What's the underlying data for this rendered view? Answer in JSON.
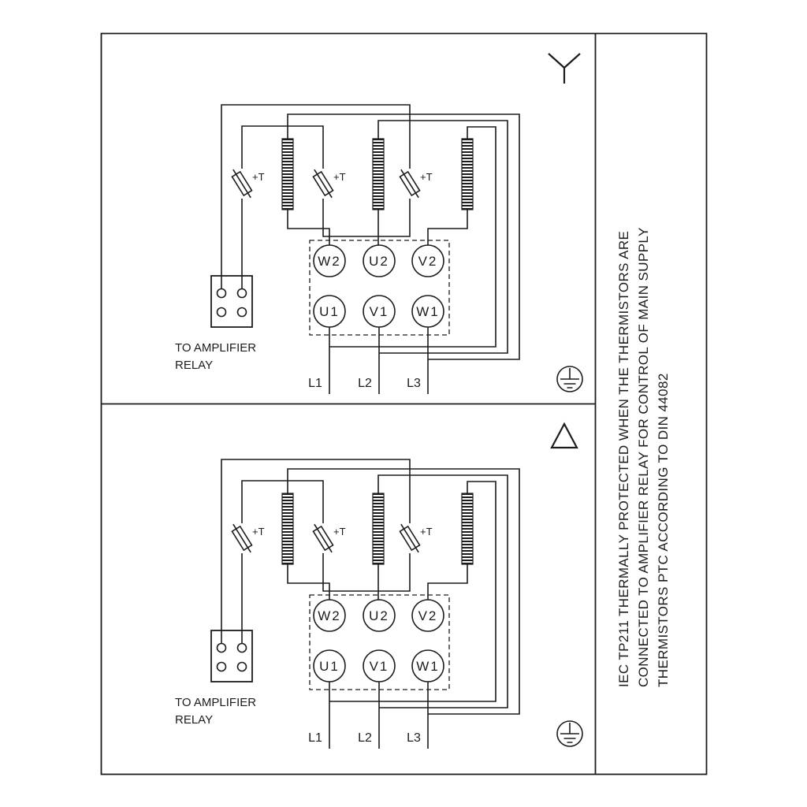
{
  "frame": {
    "note_lines": [
      "IEC TP211 THERMALLY PROTECTED WHEN THE THERMISTORS ARE",
      "CONNECTED TO AMPLIFIER RELAY FOR CONTROL OF MAIN SUPPLY",
      "THERMISTORS PTC ACCORDING TO DIN 44082"
    ]
  },
  "diagram": {
    "terminals_top": [
      "W2",
      "U2",
      "V2"
    ],
    "terminals_bottom": [
      "U1",
      "V1",
      "W1"
    ],
    "supply_labels": [
      "L1",
      "L2",
      "L3"
    ],
    "thermistor_label": "+T",
    "relay_caption": [
      "TO AMPLIFIER",
      "RELAY"
    ],
    "symbol_top": "star-connection",
    "symbol_bottom": "delta-connection",
    "earth_symbol": "protective-earth"
  },
  "colors": {
    "ink": "#1c1c1c",
    "background": "#ffffff"
  }
}
